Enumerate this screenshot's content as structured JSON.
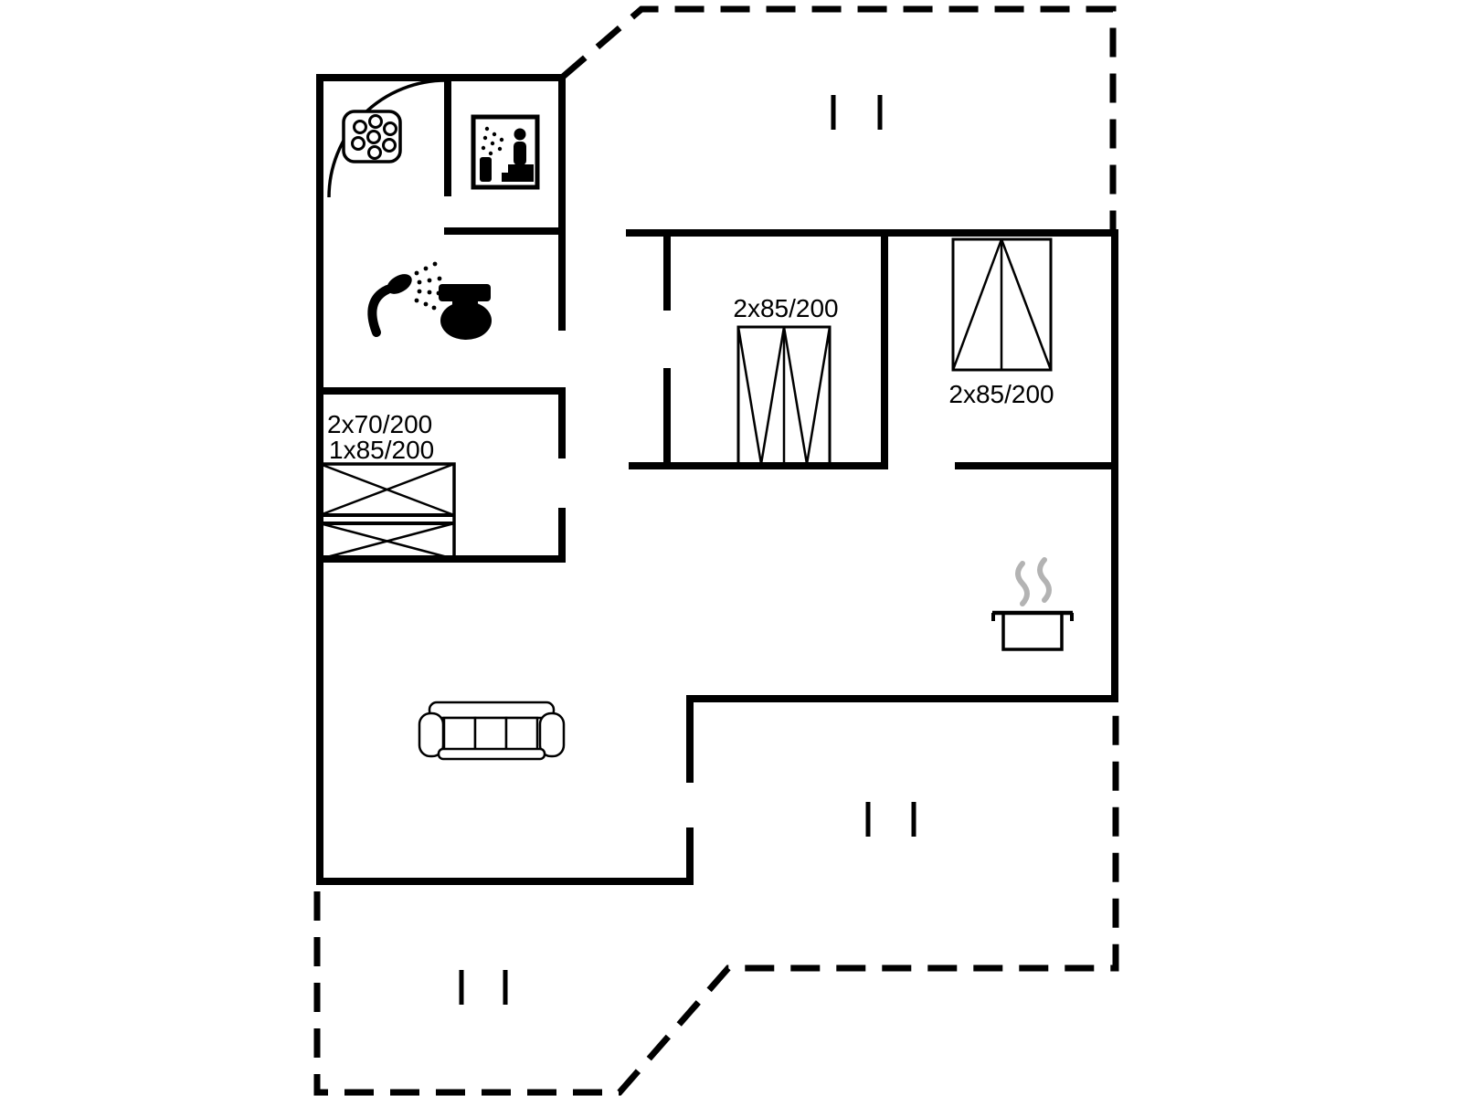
{
  "page": {
    "type": "holiday-home-floor-plan"
  },
  "colors": {
    "background": "#ffffff",
    "walls": "#000000",
    "steam": "#b3b3b3"
  },
  "labels": {
    "wardrobe_middle": "2x85/200",
    "wardrobe_right": "2x85/200",
    "bed_sw_line1": "2x70/200",
    "bed_sw_line2": "1x85/200"
  },
  "icons": {
    "whirlpool": "whirlpool-icon",
    "sauna": "sauna-icon",
    "shower": "shower-icon",
    "toilet": "toilet-icon",
    "cooking_pot": "cooking-pot-icon",
    "sofa": "sofa-icon",
    "wardrobe_middle": "wardrobe-symbol-middle",
    "wardrobe_right": "wardrobe-symbol-right",
    "bed": "bed-symbol",
    "terrace_steps": "terrace-steps-icon",
    "door_swing": "door-swing-arc"
  }
}
